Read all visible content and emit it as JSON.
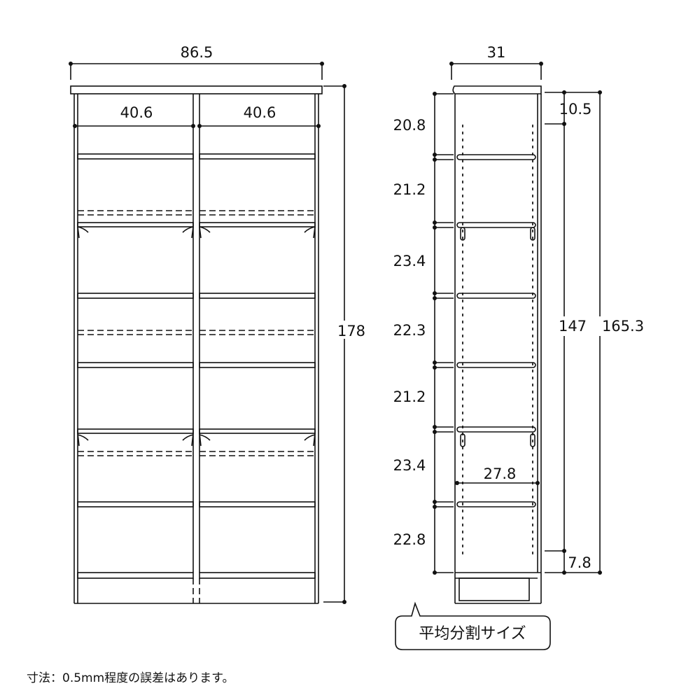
{
  "front": {
    "overall_width": "86.5",
    "left_inner_width": "40.6",
    "right_inner_width": "40.6",
    "overall_height": "178"
  },
  "side": {
    "depth": "31",
    "shelf_depth": "27.8",
    "top_offset": "10.5",
    "bottom_offset": "7.8",
    "pin_range": "147",
    "inner_height": "165.3",
    "spacings": [
      "20.8",
      "21.2",
      "23.4",
      "22.3",
      "21.2",
      "23.4",
      "22.8"
    ]
  },
  "callout": "平均分割サイズ",
  "footnote": "寸法：0.5mm程度の誤差はあります。",
  "colors": {
    "line": "#111111",
    "background": "#ffffff"
  }
}
